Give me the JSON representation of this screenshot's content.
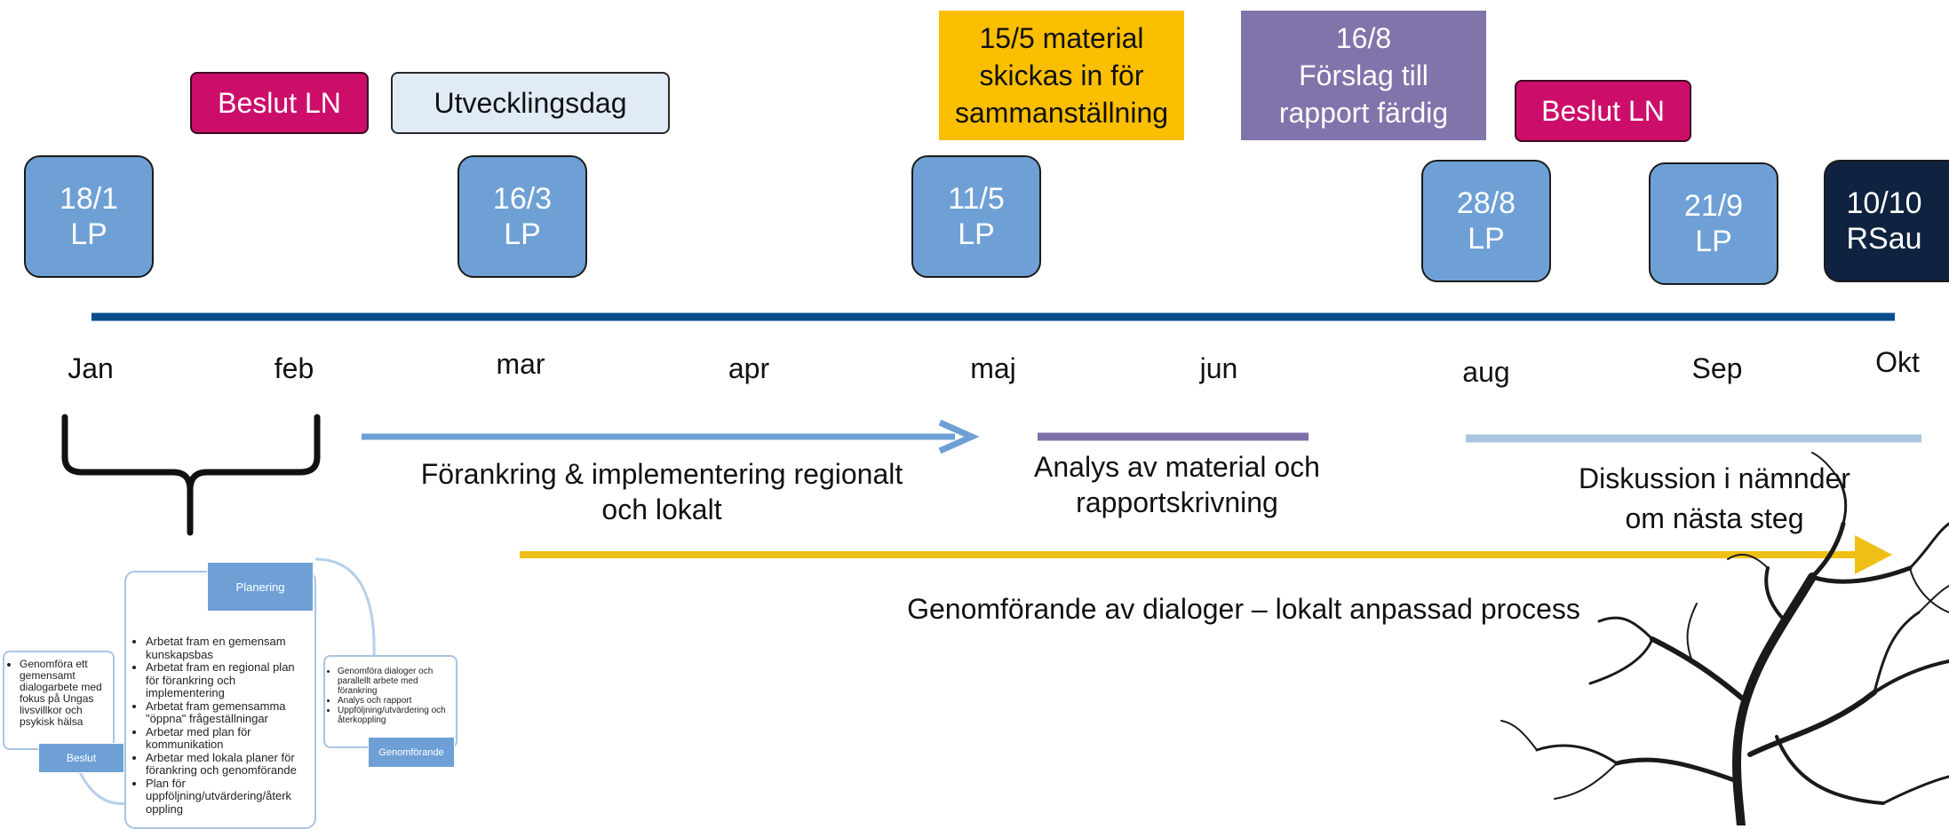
{
  "lp_boxes": [
    {
      "date": "18/1",
      "label": "LP"
    },
    {
      "date": "16/3",
      "label": "LP"
    },
    {
      "date": "11/5",
      "label": "LP"
    },
    {
      "date": "28/8",
      "label": "LP"
    },
    {
      "date": "21/9",
      "label": "LP"
    },
    {
      "date": "10/10",
      "label": "RSau"
    }
  ],
  "events": {
    "beslut_1": "Beslut LN",
    "utvecklingsdag": "Utvecklingsdag",
    "material_1": "15/5 material",
    "material_2": "skickas in för",
    "material_3": "sammanställning",
    "forslag_1": "16/8",
    "forslag_2": "Förslag till",
    "forslag_3": "rapport färdig",
    "beslut_2": "Beslut LN"
  },
  "months": [
    "Jan",
    "feb",
    "mar",
    "apr",
    "maj",
    "jun",
    "aug",
    "Sep",
    "Okt"
  ],
  "phases": {
    "forankring_1": "Förankring & implementering regionalt",
    "forankring_2": "och lokalt",
    "analys_1": "Analys av material och",
    "analys_2": "rapportskrivning",
    "diskussion_1": "Diskussion i nämnder",
    "diskussion_2": "om nästa steg",
    "genomforande": "Genomförande av dialoger – lokalt anpassad process"
  },
  "mini_diagram": {
    "planering_label": "Planering",
    "beslut_label": "Beslut",
    "genomforande_label": "Genomförande",
    "left_bullet": "Genomföra ett gemensamt dialogarbete med fokus på Ungas livsvillkor och psykisk hälsa",
    "center_bullets": [
      "Arbetat fram en gemensam kunskapsbas",
      "Arbetat fram en regional plan för förankring och implementering",
      "Arbetat fram gemensamma \"öppna\" frågeställningar",
      "Arbetar med plan för kommunikation",
      "Arbetar med lokala planer för förankring och genomförande",
      "Plan för uppföljning/utvärdering/återk oppling"
    ],
    "right_bullets": [
      "Genomföra dialoger och parallellt arbete med förankring",
      "Analys och rapport",
      "Uppföljning/utvärdering och återkoppling"
    ]
  },
  "colors": {
    "lp_blue": "#6ea0d6",
    "rsau_navy": "#0f2340",
    "timeline": "#0b4c8c",
    "beslut": "#cc0e6a",
    "material": "#fbbf00",
    "forslag": "#8174ab",
    "forankring_arrow": "#6ea0d6",
    "analys_line": "#7d6ea6",
    "diskussion_line": "#a9c4e2",
    "genomforande_arrow": "#f0bf16"
  }
}
